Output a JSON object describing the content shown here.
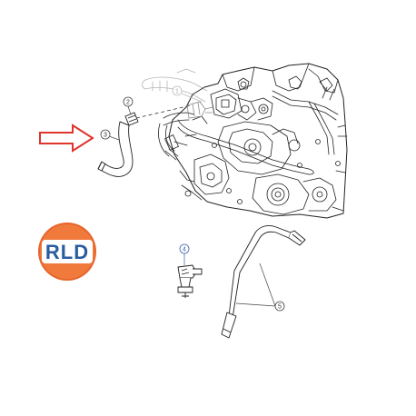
{
  "logo": {
    "text": "RLD",
    "ring_color": "#e8642a",
    "text_color": "#2a5d9f",
    "inner_color": "#ffffff"
  },
  "arrow": {
    "color": "#e0342c"
  },
  "callouts": {
    "c1": {
      "label": "1",
      "color": "#bbbbbb"
    },
    "c2": {
      "label": "2",
      "color": "#444444"
    },
    "c3": {
      "label": "3",
      "color": "#444444"
    },
    "c4": {
      "label": "4",
      "color": "#3b5fb0"
    },
    "c5": {
      "label": "5",
      "color": "#444444"
    }
  },
  "colors": {
    "line": "#222222",
    "faint_line": "#b5b5b5",
    "background": "#ffffff"
  }
}
